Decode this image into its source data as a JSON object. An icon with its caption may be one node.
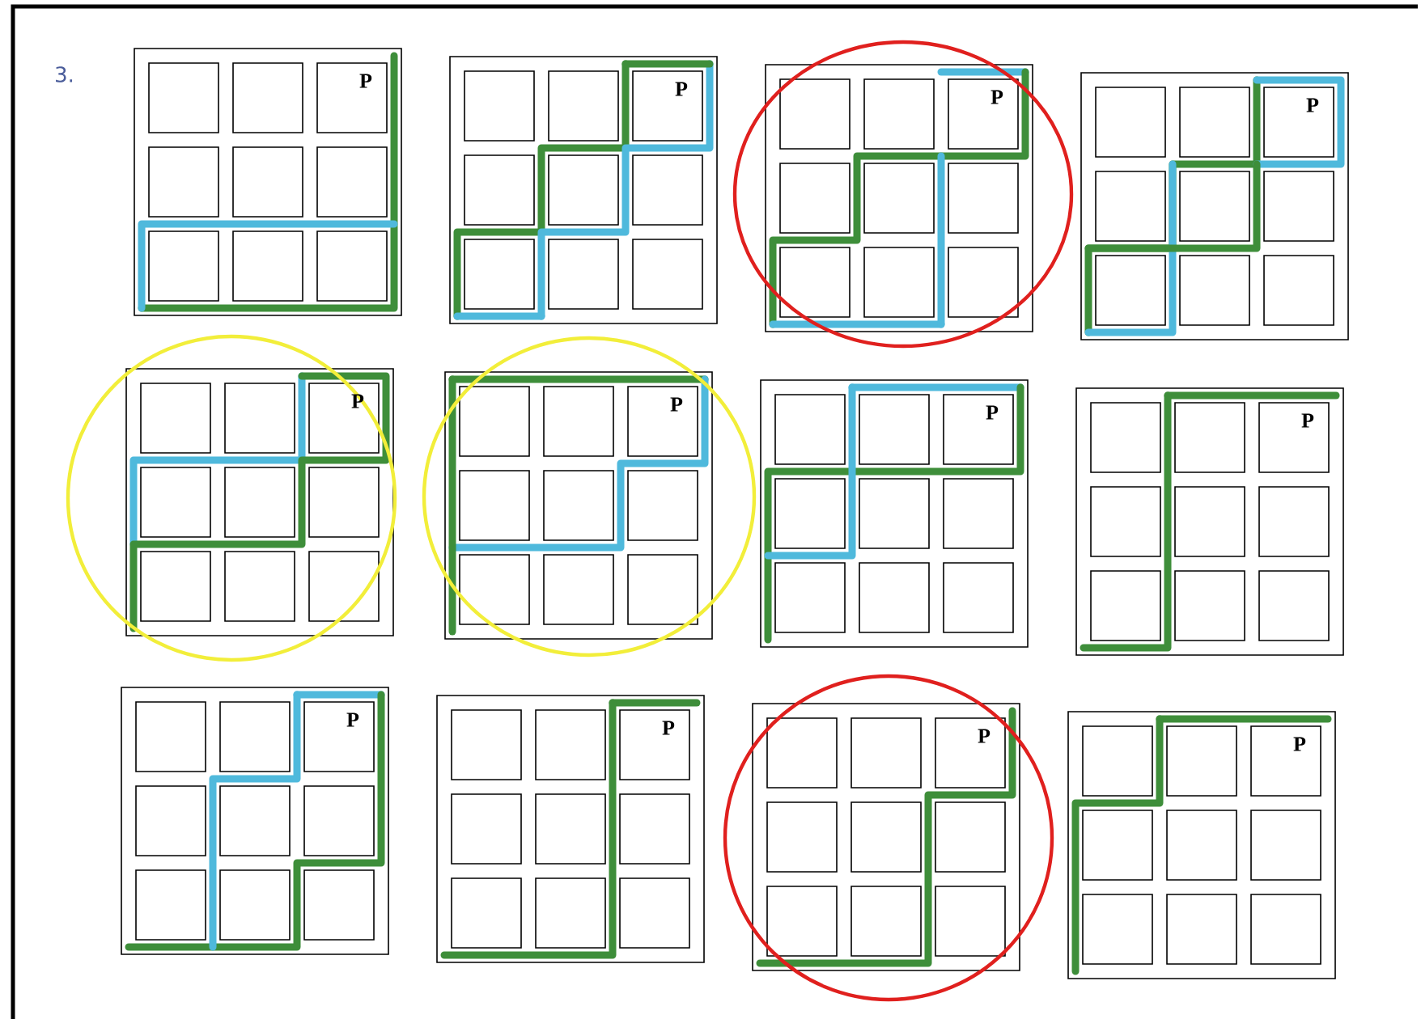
{
  "diagram": {
    "labels": [
      "3.",
      "P",
      "P",
      "P",
      "P",
      "P",
      "P",
      "P",
      "P",
      "P",
      "P",
      "P",
      "P"
    ]
  }
}
